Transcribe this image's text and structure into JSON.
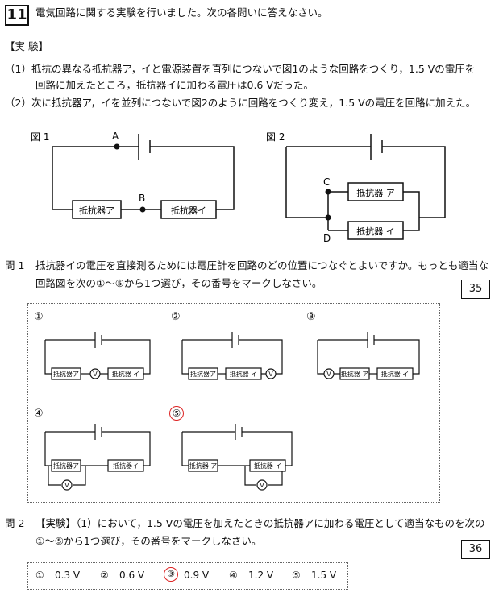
{
  "question": {
    "number": "11",
    "title": "電気回路に関する実験を行いました。次の各問いに答えなさい。"
  },
  "experiment": {
    "heading": "【実 験】",
    "step1_line1": "（1）抵抗の異なる抵抗器ア，イと電源装置を直列につないで図1のような回路をつくり，1.5 Vの電圧を",
    "step1_line2": "回路に加えたところ，抵抗器イに加わる電圧は0.6 Vだった。",
    "step2": "（2）次に抵抗器ア，イを並列につないで図2のように回路をつくり変え，1.5 Vの電圧を回路に加えた。"
  },
  "figures": {
    "fig1_label": "図 1",
    "fig2_label": "図 2",
    "point_a": "A",
    "point_b": "B",
    "point_c": "C",
    "point_d": "D",
    "resistor_a": "抵抗器ア",
    "resistor_i": "抵抗器イ",
    "resistor_a_spaced": "抵抗器 ア",
    "resistor_i_spaced": "抵抗器 イ",
    "voltmeter": "V"
  },
  "q1": {
    "label": "問 1",
    "line1": "抵抗器イの電圧を直接測るためには電圧計を回路のどの位置につなぐとよいですか。もっとも適当な",
    "line2": "回路図を次の①～⑤から1つ選び，その番号をマークしなさい。",
    "answer_box": "35",
    "options": [
      "①",
      "②",
      "③",
      "④",
      "⑤"
    ],
    "marked": "⑤"
  },
  "q2": {
    "label": "問 2",
    "line1": "【実験】（1）において，1.5 Vの電圧を加えたときの抵抗器アに加わる電圧として適当なものを次の",
    "line2": "①～⑤から1つ選び，その番号をマークしなさい。",
    "answer_box": "36",
    "choices": [
      {
        "num": "①",
        "value": "0.3 V"
      },
      {
        "num": "②",
        "value": "0.6 V"
      },
      {
        "num": "③",
        "value": "0.9 V"
      },
      {
        "num": "④",
        "value": "1.2 V"
      },
      {
        "num": "⑤",
        "value": "1.5 V"
      }
    ],
    "marked": "③"
  }
}
